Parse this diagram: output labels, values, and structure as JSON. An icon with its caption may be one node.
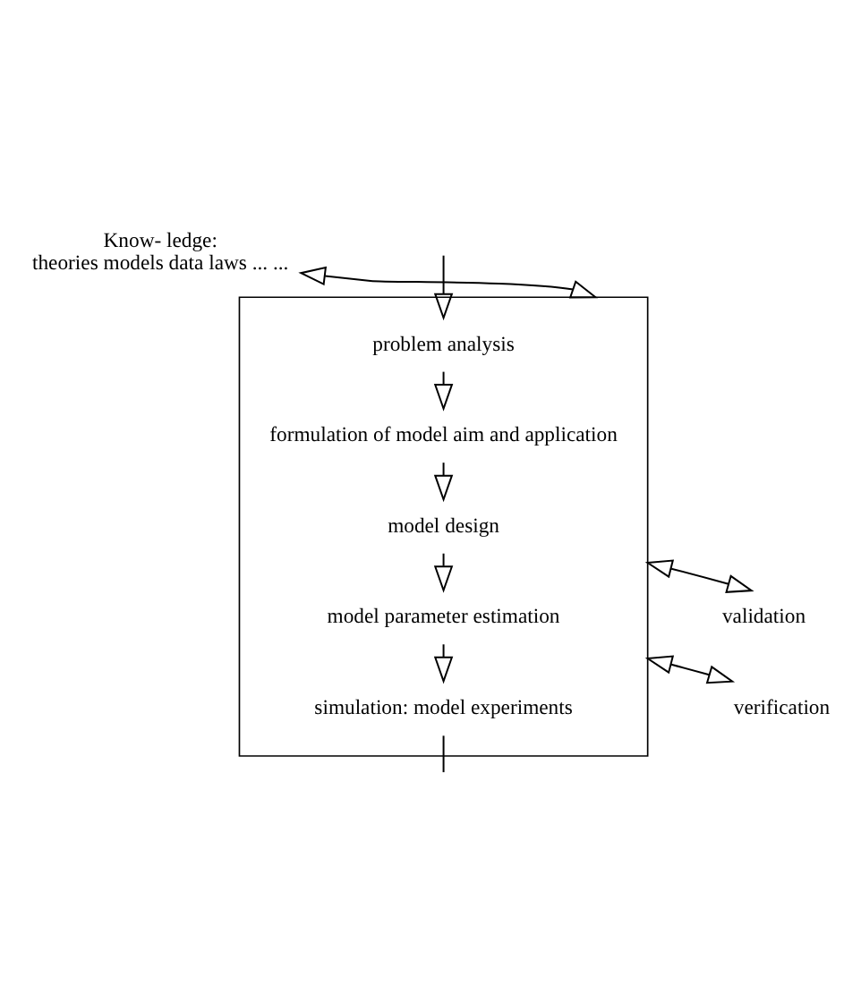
{
  "diagram": {
    "nodes": [
      {
        "text": [],
        "shape": "box"
      },
      {
        "text": [
          "problem analysis"
        ],
        "in": 0
      },
      {
        "text": [
          "formulation of model aim and application"
        ],
        "in": 0
      },
      {
        "text": [
          "model design"
        ],
        "in": 0
      },
      {
        "text": [
          "model parameter estimation"
        ],
        "in": 0
      },
      {
        "text": [
          "simulation: model experiments"
        ],
        "in": 0
      },
      {
        "text": [
          "Know- ledge:",
          "theories models data laws ... ..."
        ]
      },
      {
        "text": [
          "validation"
        ]
      },
      {
        "text": [
          "verification"
        ]
      }
    ],
    "edges": [
      {
        "from": null,
        "to": 1,
        "arrow": "to"
      },
      {
        "from": 1,
        "to": 2,
        "arrow": "to"
      },
      {
        "from": 2,
        "to": 3,
        "arrow": "to"
      },
      {
        "from": 3,
        "to": 4,
        "arrow": "to"
      },
      {
        "from": 4,
        "to": 5,
        "arrow": "to"
      },
      {
        "from": 6,
        "to": 0,
        "arrow": "both"
      },
      {
        "from": 0,
        "to": 7,
        "arrow": "both"
      },
      {
        "from": 0,
        "to": 8,
        "arrow": "both"
      },
      {
        "from": 5,
        "to": null,
        "arrow": "none"
      }
    ]
  }
}
